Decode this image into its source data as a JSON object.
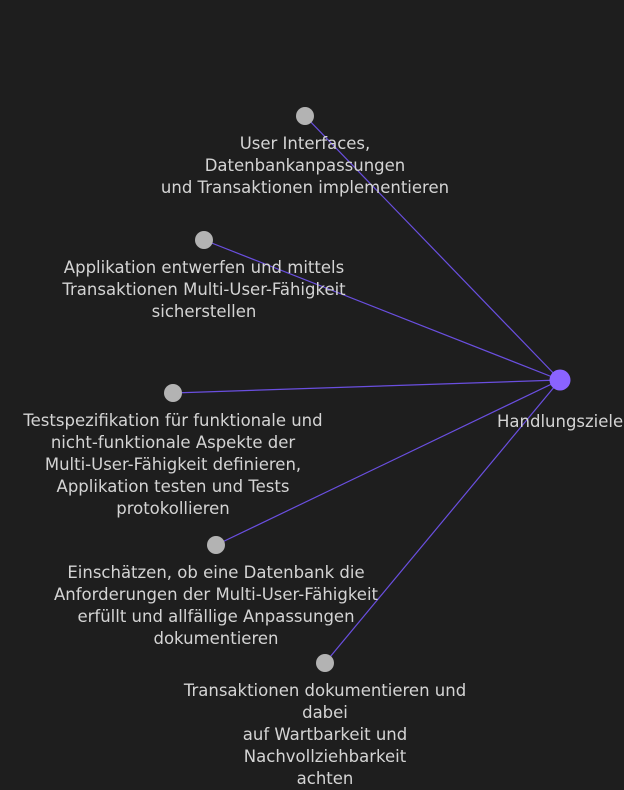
{
  "hub": {
    "label": "Handlungsziele",
    "color": "#8a63ff"
  },
  "edge_color": "#6a4fe0",
  "leaf_color": "#b3b3b3",
  "nodes": [
    {
      "label": "User Interfaces, Datenbankanpassungen\nund Transaktionen implementieren"
    },
    {
      "label": "Applikation entwerfen und mittels\nTransaktionen Multi-User-Fähigkeit\nsicherstellen"
    },
    {
      "label": "Testspezifikation für funktionale und\nnicht-funktionale Aspekte der\nMulti-User-Fähigkeit definieren,\nApplikation testen und Tests\nprotokollieren"
    },
    {
      "label": "Einschätzen, ob eine Datenbank die\nAnforderungen der Multi-User-Fähigkeit\nerfüllt und allfällige Anpassungen\ndokumentieren"
    },
    {
      "label": "Transaktionen dokumentieren und dabei\nauf Wartbarkeit und Nachvollziehbarkeit\nachten"
    }
  ]
}
